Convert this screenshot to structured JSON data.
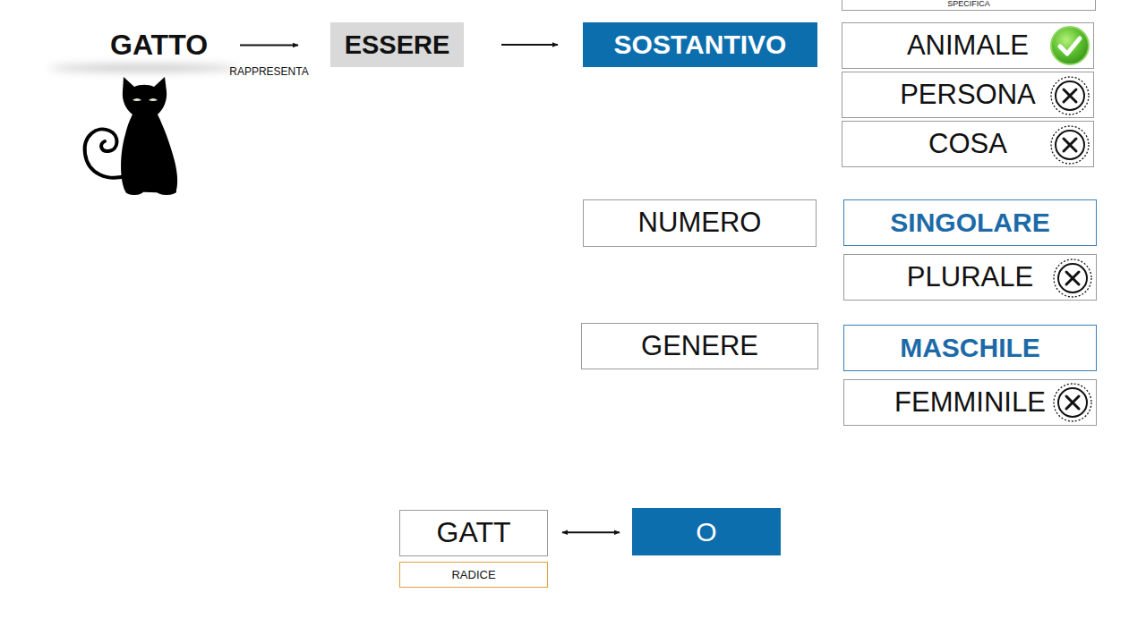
{
  "diagram": {
    "nodes": [
      {
        "text": [
          "GATTO"
        ]
      },
      {
        "text": [
          "ESSERE"
        ]
      },
      {
        "text": [
          "SOSTANTIVO"
        ]
      },
      {
        "text": [
          "SPECIFICA"
        ]
      },
      {
        "text": [
          "ANIMALE"
        ]
      },
      {
        "text": [
          "PERSONA"
        ]
      },
      {
        "text": [
          "COSA"
        ]
      },
      {
        "text": [
          "NUMERO"
        ]
      },
      {
        "text": [
          "SINGOLARE"
        ]
      },
      {
        "text": [
          "PLURALE"
        ]
      },
      {
        "text": [
          "GENERE"
        ]
      },
      {
        "text": [
          "MASCHILE"
        ]
      },
      {
        "text": [
          "FEMMINILE"
        ]
      },
      {
        "text": [
          "GATT"
        ]
      },
      {
        "text": [
          "RADICE"
        ]
      },
      {
        "text": [
          "O"
        ]
      }
    ],
    "edges": [
      {
        "from": 0,
        "to": 1,
        "arrow": "to",
        "label": "RAPPRESENTA"
      },
      {
        "from": 1,
        "to": 2,
        "arrow": "to"
      },
      {
        "from": 13,
        "to": 15,
        "arrow": "both"
      }
    ]
  }
}
